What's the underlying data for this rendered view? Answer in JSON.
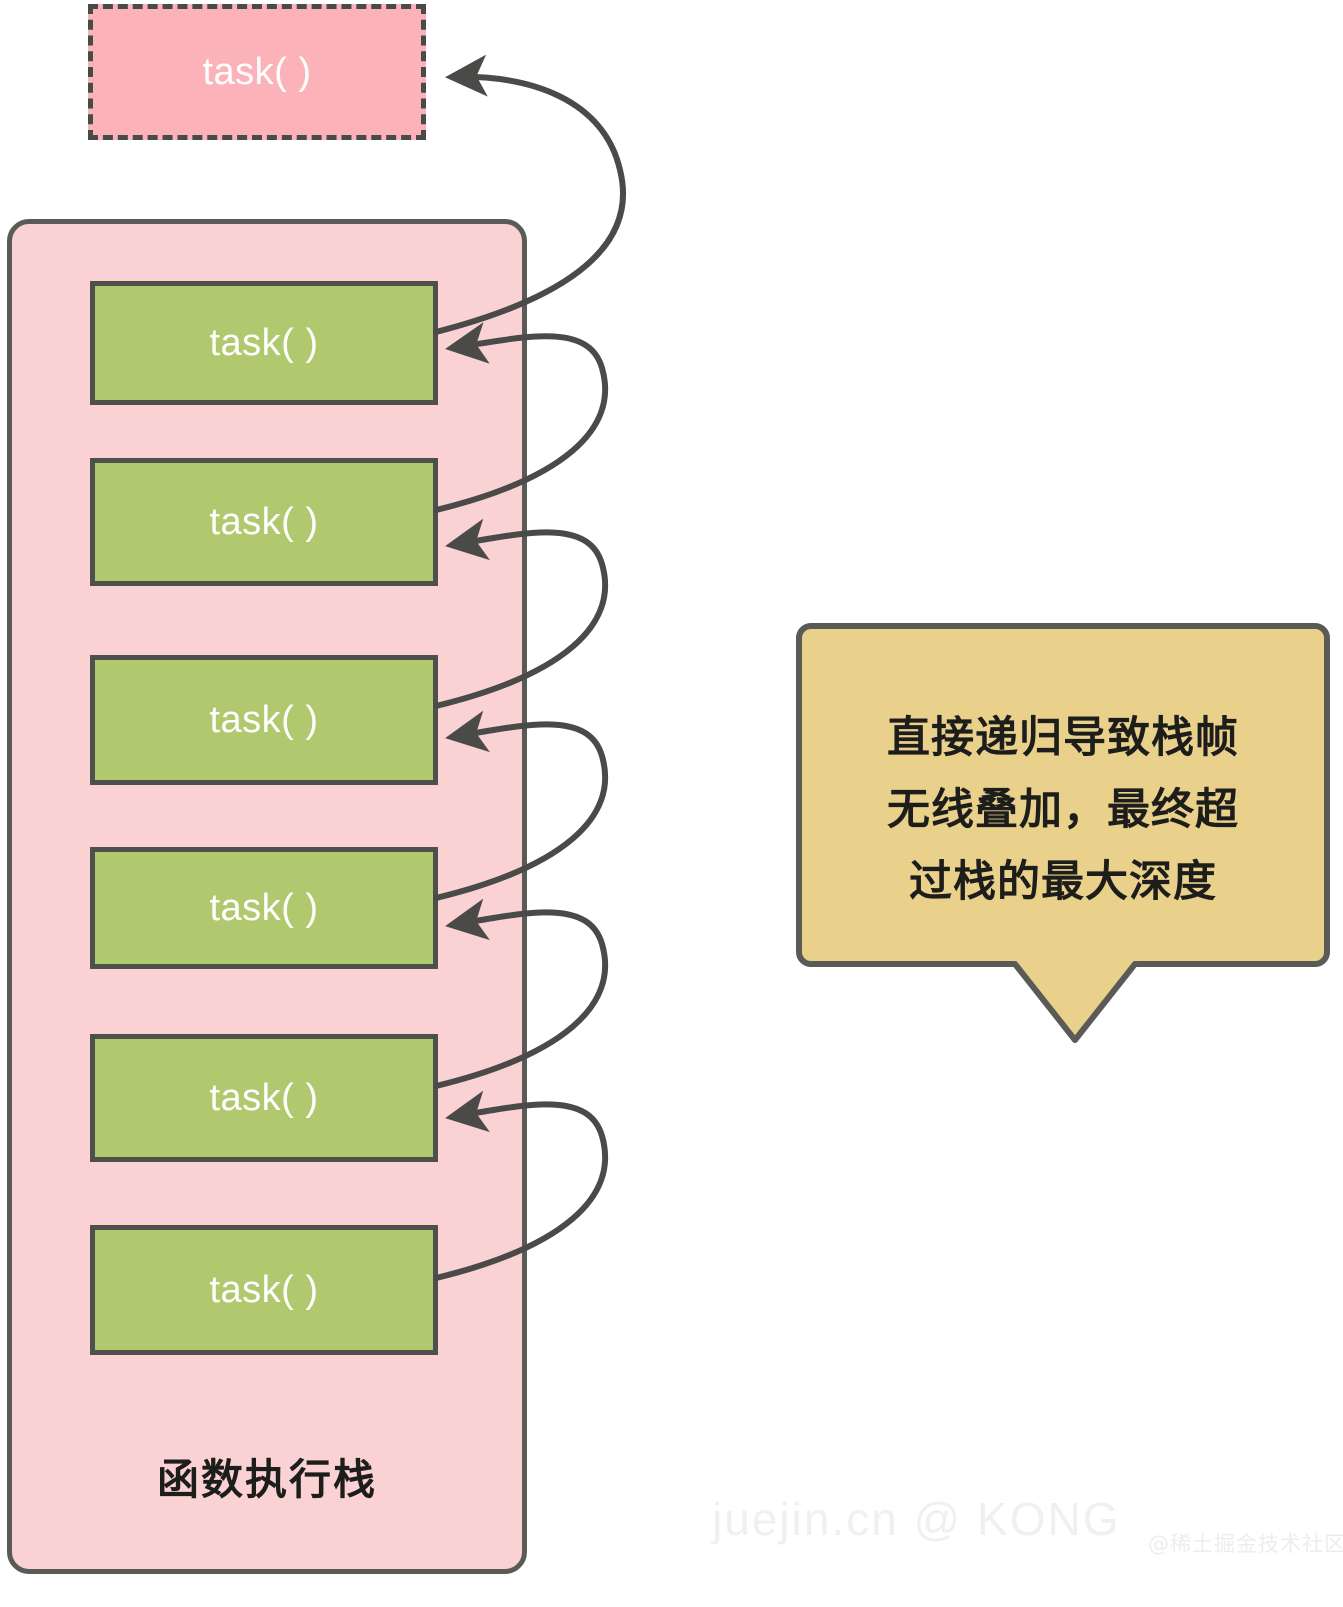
{
  "diagram": {
    "title_label": "函数执行栈",
    "detached_frame": {
      "label": "task( )",
      "fill": "#fbb3b9",
      "border_style": "dashed",
      "border_color": "#4a4a48"
    },
    "stack": {
      "fill": "#fad2d4",
      "border_color": "#5a5a57",
      "frames": [
        {
          "label": "task( )"
        },
        {
          "label": "task( )"
        },
        {
          "label": "task( )"
        },
        {
          "label": "task( )"
        },
        {
          "label": "task( )"
        },
        {
          "label": "task( )"
        }
      ],
      "frame_fill": "#b1c96e",
      "frame_border_color": "#4f4f4c"
    },
    "arrows": {
      "color": "#4a4a48",
      "count": 6,
      "description": "recursive self-call arrows from each frame to the frame above"
    },
    "callout": {
      "lines": [
        "直接递归导致栈帧",
        "无线叠加，最终超",
        "过栈的最大深度"
      ],
      "fill": "#e9d18c",
      "border_color": "#5a5a57",
      "tail": "bottom-center"
    },
    "watermark": {
      "primary": "juejin.cn @ KONG",
      "secondary": "@稀土掘金技术社区"
    }
  }
}
